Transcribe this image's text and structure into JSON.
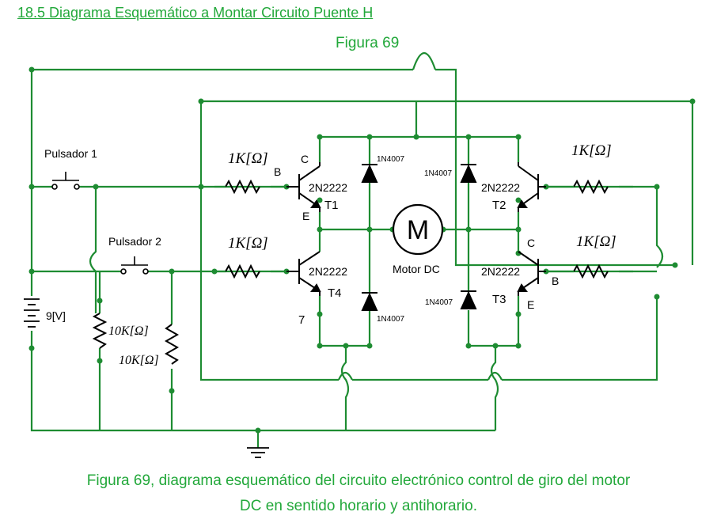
{
  "heading": "18.5 Diagrama Esquemático a Montar Circuito Puente H",
  "figure_title": "Figura 69",
  "caption": {
    "line1": "Figura 69, diagrama esquemático del  circuito electrónico control de giro del motor",
    "line2": "DC en sentido horario y antihorario."
  },
  "labels": {
    "pulsador1": "Pulsador 1",
    "pulsador2": "Pulsador 2",
    "battery": "9[V]",
    "r_t1": "1K[Ω]",
    "r_t4": "1K[Ω]",
    "r_t2": "1K[Ω]",
    "r_t3": "1K[Ω]",
    "r_pull1": "10K[Ω]",
    "r_pull2": "10K[Ω]",
    "transistor_model": "2N2222",
    "t1": "T1",
    "t2": "T2",
    "t3": "T3",
    "t4": "T4",
    "base": "B",
    "collector": "C",
    "emitter": "E",
    "diode_model": "1N4007",
    "motor_symbol": "M",
    "motor": "Motor DC",
    "stray_seven": "7"
  },
  "colors": {
    "wire": "#1e8c32",
    "text_green": "#22a83a",
    "component": "#000000"
  }
}
